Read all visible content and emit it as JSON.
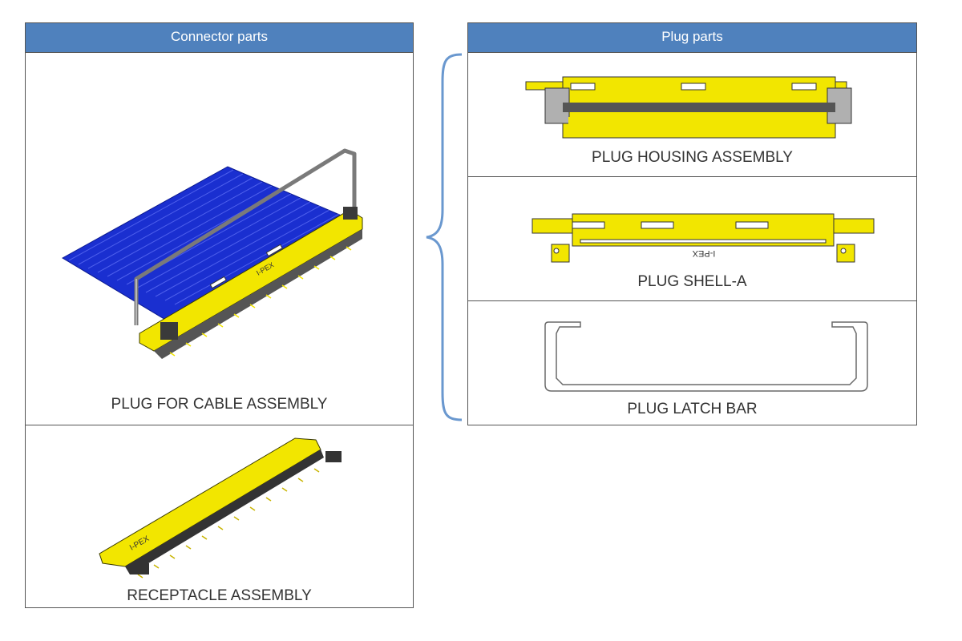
{
  "left_header": "Connector parts",
  "right_header": "Plug parts",
  "parts": {
    "plug_cable": {
      "label": "PLUG FOR CABLE ASSEMBLY",
      "logo_text": "I-PEX"
    },
    "receptacle": {
      "label": "RECEPTACLE ASSEMBLY",
      "logo_text": "I-PEX"
    },
    "plug_housing": {
      "label": "PLUG HOUSING ASSEMBLY"
    },
    "plug_shell": {
      "label": "PLUG SHELL-A",
      "logo_text": "I-PEX"
    },
    "latch_bar": {
      "label": "PLUG  LATCH BAR"
    }
  },
  "colors": {
    "header_bg": "#4f81bd",
    "brace": "#6a98cf",
    "yellow": "#f2e600",
    "cable_blue": "#1a2fd0",
    "metal_gray": "#9a9a9a"
  }
}
